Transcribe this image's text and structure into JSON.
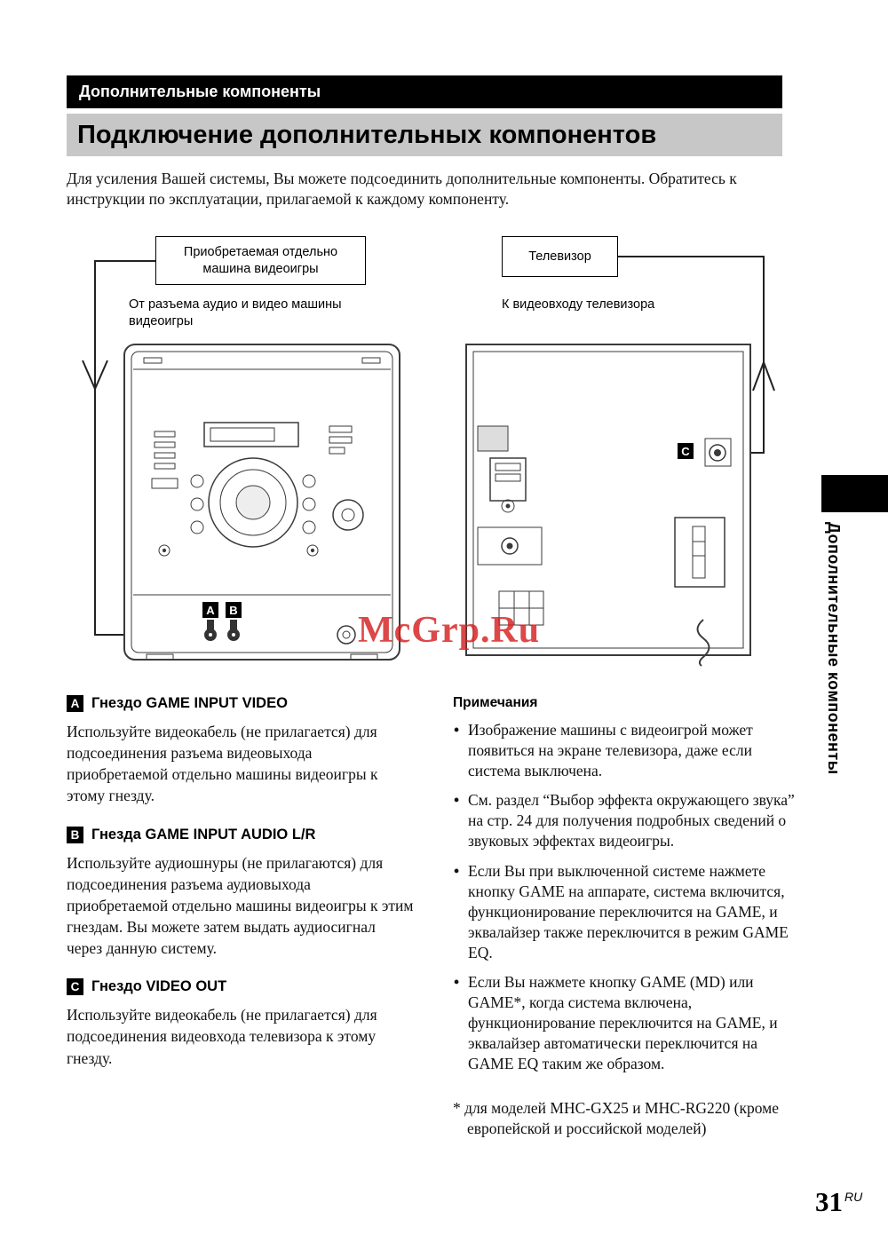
{
  "page": {
    "header_small": "Дополнительные компоненты",
    "title": "Подключение дополнительных компонентов",
    "intro": "Для усиления Вашей системы, Вы можете подсоединить дополнительные компоненты. Обратитесь к инструкции по эксплуатации, прилагаемой к каждому компоненту.",
    "sidebar_vertical": "Дополнительные компоненты",
    "watermark": "McGrp.Ru",
    "page_number": "31",
    "page_number_suffix": "RU"
  },
  "diagram": {
    "box_left": "Приобретаемая отдельно машина видеоигры",
    "box_right": "Телевизор",
    "label_left": "От разъема аудио и видео машины видеоигры",
    "label_right": "К видеовходу телевизора",
    "marker_a": "A",
    "marker_b": "B",
    "marker_c": "C"
  },
  "sections": [
    {
      "marker": "A",
      "heading": "Гнездо GAME INPUT VIDEO",
      "body": "Используйте видеокабель (не прилагается) для подсоединения разъема видеовыхода приобретаемой отдельно машины видеоигры к этому гнезду."
    },
    {
      "marker": "B",
      "heading": "Гнезда GAME INPUT AUDIO L/R",
      "body": "Используйте аудиошнуры (не прилагаются) для подсоединения разъема аудиовыхода приобретаемой отдельно машины видеоигры к этим гнездам. Вы можете затем выдать аудиосигнал через данную систему."
    },
    {
      "marker": "C",
      "heading": "Гнездо VIDEO OUT",
      "body": "Используйте видеокабель (не прилагается) для подсоединения видеовхода телевизора к этому гнезду."
    }
  ],
  "notes": {
    "heading": "Примечания",
    "items": [
      "Изображение машины с видеоигрой может появиться на экране телевизора, даже если система выключена.",
      "См. раздел “Выбор эффекта окружающего звука” на стр. 24 для получения подробных сведений о звуковых эффектах видеоигры.",
      "Если Вы при выключенной системе нажмете кнопку GAME на аппарате, система включится, функционирование переключится на GAME, и эквалайзер также переключится в режим GAME EQ.",
      "Если Вы нажмете кнопку GAME (MD) или GAME*, когда система включена, функционирование переключится на GAME, и эквалайзер автоматически переключится на GAME EQ таким же образом."
    ],
    "footnote": "* для моделей MHC-GX25 и MHC-RG220 (кроме европейской и российской моделей)"
  }
}
